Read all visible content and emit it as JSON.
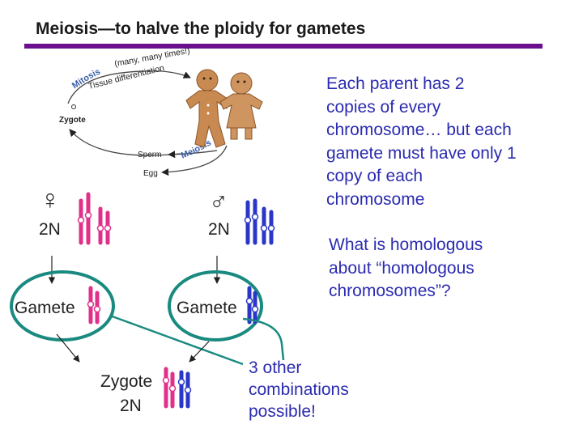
{
  "slide": {
    "title": "Meiosis—to halve the ploidy for gametes",
    "accent_color": "#6a0f8e",
    "text_color": "#2b2bb0"
  },
  "text_blocks": {
    "parent_copies": [
      "Each parent has 2",
      "copies of every",
      "chromosome… but each",
      "gamete must have only 1",
      "copy of each",
      "chromosome"
    ],
    "homologous_question": [
      "What is homologous",
      "about “homologous",
      "chromosomes”?"
    ],
    "combinations": [
      "3 other",
      "combinations",
      "possible!"
    ]
  },
  "life_cycle": {
    "mitosis": "Mitosis",
    "many_times": "(many, many times!)",
    "tissue_diff": "Tissue differentiation",
    "zygote": "Zygote",
    "sperm": "Sperm",
    "egg": "Egg",
    "meiosis": "Meiosis"
  },
  "diagram": {
    "female_symbol": "♀",
    "male_symbol": "♂",
    "ploidy_2n": "2N",
    "gamete": "Gamete",
    "zygote": "Zygote",
    "pink": "#e0308a",
    "blue": "#2a36c8",
    "teal": "#1a8a80"
  }
}
